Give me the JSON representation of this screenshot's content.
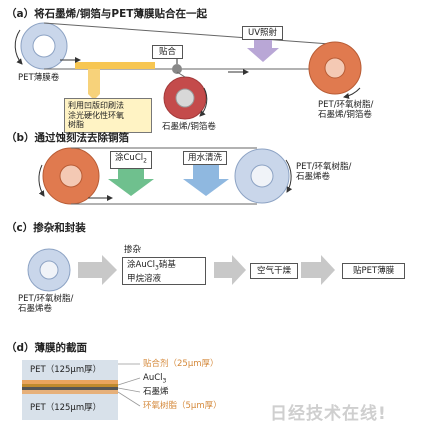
{
  "sections": {
    "a": {
      "title": "（a）将石墨烯/铜箔与PET薄膜贴合在一起"
    },
    "b": {
      "title": "（b）通过蚀刻法去除铜箔"
    },
    "c": {
      "title": "（c）掺杂和封装"
    },
    "d": {
      "title": "（d）薄膜的截面"
    }
  },
  "a": {
    "pet_roll": "PET薄膜卷",
    "bond_label": "贴合",
    "uv_label": "UV照射",
    "print_box": "利用凹版印刷法\n涂光硬化性环氧\n树脂",
    "graphene_roll": "石墨烯/铜箔卷",
    "product_roll": "PET/环氧树脂/\n石墨烯/铜箔卷"
  },
  "b": {
    "cucl2_label": "涂CuCl",
    "cucl2_sub": "2",
    "rinse_label": "用水清洗",
    "product_roll": "PET/环氧树脂/\n石墨烯卷"
  },
  "c": {
    "doping_label": "掺杂",
    "step1": "涂AuCl",
    "step1_sub": "3",
    "step1_rest": "硝基\n甲烷溶液",
    "step2": "空气干燥",
    "step3": "贴PET薄膜",
    "roll": "PET/环氧树脂/\n石墨烯卷"
  },
  "d": {
    "layer_top": "PET（125μm厚）",
    "layer_bottom": "PET（125μm厚）",
    "adhesive": "贴合剂（25μm厚）",
    "aucl3": "AuCl",
    "aucl3_sub": "3",
    "graphene": "石墨烯",
    "epoxy": "环氧树脂（5μm厚）"
  },
  "watermark": "日经技术在线!",
  "colors": {
    "pet_roll": "#c9d6ea",
    "orange_roll": "#e07a4f",
    "green_arrow": "#6fc08e",
    "blue_arrow": "#8fb8e0",
    "uv_arrow": "#b9a7d6",
    "print_box_fill": "#fff3c4",
    "gray_arrow": "#c8c8c8"
  }
}
